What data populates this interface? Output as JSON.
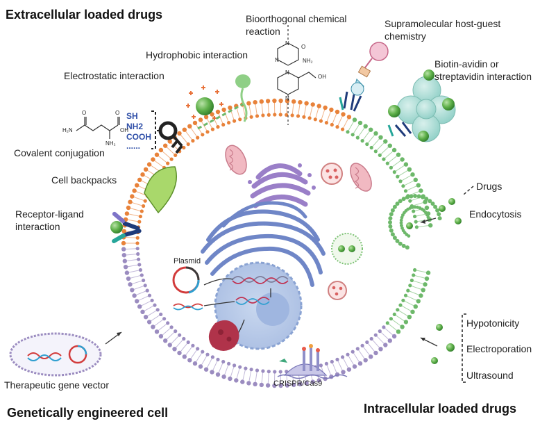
{
  "headings": {
    "extracellular": "Extracellular loaded drugs",
    "genetic": "Genetically engineered cell",
    "intracellular": "Intracellular loaded drugs"
  },
  "labels": {
    "bioorthogonal": [
      "Bioorthogonal chemical",
      "reaction"
    ],
    "supramolecular": [
      "Supramolecular host-guest",
      "chemistry"
    ],
    "hydrophobic": "Hydrophobic interaction",
    "electrostatic": "Electrostatic interaction",
    "biotin": [
      "Biotin-avidin or",
      "streptavidin interaction"
    ],
    "covalent": "Covalent conjugation",
    "backpacks": "Cell backpacks",
    "receptor": [
      "Receptor-ligand",
      "interaction"
    ],
    "drugs": "Drugs",
    "endocytosis": "Endocytosis",
    "hypotonicity": "Hypotonicity",
    "electroporation": "Electroporation",
    "ultrasound": "Ultrasound",
    "plasmid": "Plasmid",
    "crispr": "CRISPR/Cas9",
    "vector": "Therapeutic gene vector"
  },
  "groups": [
    "SH",
    "NH2",
    "COOH",
    "......"
  ],
  "chem": {
    "nh2_a": "NH₂",
    "nh2_b": "NH₂",
    "h2n": "H₂N",
    "oh_a": "OH",
    "oh_b": "OH",
    "o_a": "O",
    "o_b": "O",
    "o_c": "O",
    "n_a": "N",
    "n_b": "N",
    "n_c": "N",
    "n_d": "N"
  },
  "colors": {
    "membrane_orange": "#e8823a",
    "membrane_green": "#6db86a",
    "membrane_purple": "#9b8cc0",
    "drug_green": "#5fb04a",
    "nucleus_blue": "#b8cbe8",
    "er_blue": "#6f86c7",
    "golgi_purple": "#9a7fc8",
    "mito_pink": "#e8a7b2"
  }
}
